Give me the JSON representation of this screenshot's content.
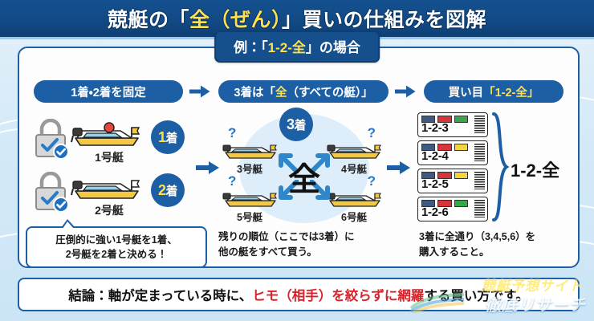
{
  "title": {
    "before": "競艇の「",
    "highlight": "全（ぜん）",
    "after": "」買いの仕組みを図解"
  },
  "example_pill": {
    "before": "例：「",
    "highlight": "1-2-全",
    "after": "」の場合"
  },
  "headers": [
    {
      "name": "step1",
      "before": "1着・2着を固定",
      "highlight": "",
      "after": ""
    },
    {
      "name": "step2",
      "before": "3着は「",
      "highlight": "全",
      "after": "（すべての艇）」"
    },
    {
      "name": "step3",
      "before": "買い目",
      "highlight": "「1-2-全」",
      "after": ""
    }
  ],
  "arrow_icons": [
    "arrow-right-icon",
    "arrow-right-icon"
  ],
  "column1": {
    "rows": [
      {
        "lock": "lock-check-icon",
        "boat": "boat-1-icon",
        "boat_label": "1号艇",
        "rank_num": "1",
        "rank_suffix": "着"
      },
      {
        "lock": "lock-check-icon",
        "boat": "boat-2-icon",
        "boat_label": "2号艇",
        "rank_num": "2",
        "rank_suffix": "着"
      }
    ],
    "bubble_line1": "圧倒的に強い1号艇を1着、",
    "bubble_line2": "2号艇を2着と決める！"
  },
  "column2": {
    "badge_num": "3",
    "badge_suffix": "着",
    "center_kanji": "全",
    "boats": [
      {
        "q": "?",
        "label": "3号艇"
      },
      {
        "q": "?",
        "label": "4号艇"
      },
      {
        "q": "?",
        "label": "5号艇"
      },
      {
        "q": "?",
        "label": "6号艇"
      }
    ],
    "caption_line1": "残りの順位（ここでは3着）に",
    "caption_line2": "他の艇をすべて買う。"
  },
  "column3": {
    "tickets": [
      {
        "number": "1-2-3",
        "bar_colors": [
          "#3f5a80",
          "#d8353a",
          "#3aa64b"
        ]
      },
      {
        "number": "1-2-4",
        "bar_colors": [
          "#3f5a80",
          "#d8353a",
          "#f2d53c"
        ]
      },
      {
        "number": "1-2-5",
        "bar_colors": [
          "#3f5a80",
          "#d8353a",
          "#f2d53c"
        ]
      },
      {
        "number": "1-2-6",
        "bar_colors": [
          "#3f5a80",
          "#d8353a",
          "#3aa64b"
        ]
      }
    ],
    "result_label": "1-2-全",
    "caption_line1": "3着に全通り（3,4,5,6）を",
    "caption_line2": "購入すること。"
  },
  "conclusion": {
    "before": "結論：軸が定まっている時に、",
    "highlight": "ヒモ（相手）を絞らずに網羅",
    "after": "する買い方です。"
  },
  "watermark": {
    "line1": "競艇予想サイト",
    "line2": "徹底リサーチ"
  },
  "colors": {
    "title_bar": "#124a86",
    "accent_blue": "#1d5fa4",
    "accent_yellow": "#ffe14d",
    "highlight_red": "#d8232a",
    "panel_bg": "#fdfdfd",
    "page_bg": "#dfeef8",
    "ellipse_bg": "#ddeefa"
  }
}
